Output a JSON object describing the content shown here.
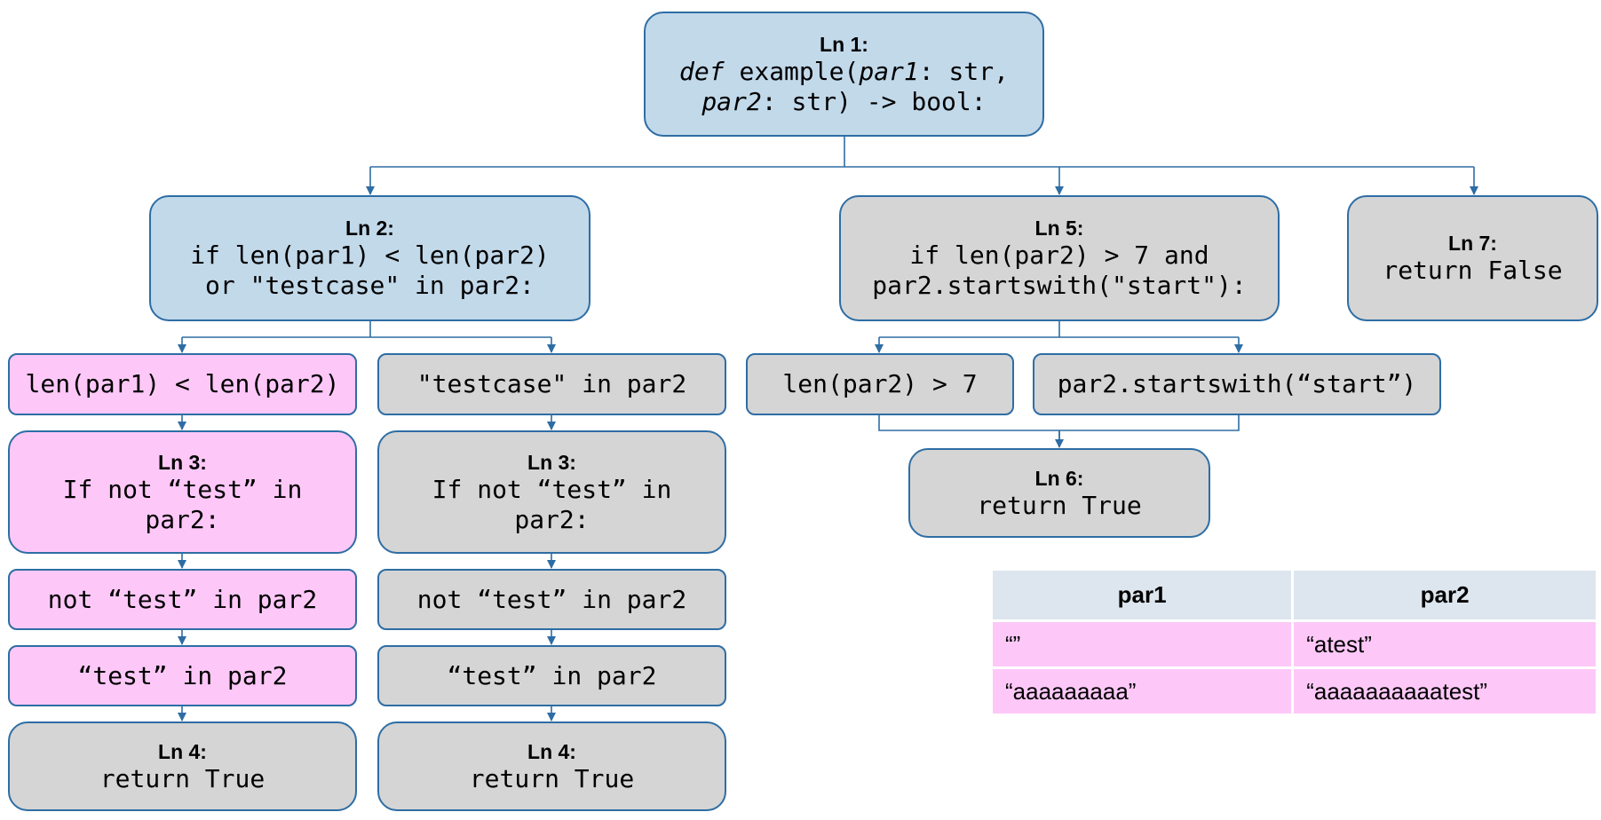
{
  "colors": {
    "edge": "#2e6da4",
    "blue": "#c2d9ea",
    "pink": "#fdc8f8",
    "grey": "#d5d5d5",
    "table_header": "#dde6ee"
  },
  "nodes": {
    "ln1": {
      "title": "Ln 1:",
      "kw": "def",
      "fname": " example(",
      "p1": "par1",
      "t1": ": str,",
      "p2": "par2",
      "t2": ": str) -> bool:"
    },
    "ln2": {
      "title": "Ln 2:",
      "code": "if len(par1) < len(par2)\nor \"testcase\" in par2:"
    },
    "ln5": {
      "title": "Ln 5:",
      "code": "if len(par2) > 7 and\npar2.startswith(\"start\"):"
    },
    "ln7": {
      "title": "Ln 7:",
      "code": "return False"
    },
    "cond_len": {
      "code": "len(par1) < len(par2)"
    },
    "cond_testcase": {
      "code": "\"testcase\" in par2"
    },
    "cond_len7": {
      "code": "len(par2) > 7"
    },
    "cond_startswith": {
      "code": "par2.startswith(“start”)"
    },
    "ln6": {
      "title": "Ln 6:",
      "code": "return True"
    },
    "ln3_left": {
      "title": "Ln 3:",
      "code": "If not “test” in\npar2:"
    },
    "ln3_right": {
      "title": "Ln 3:",
      "code": "If not “test” in\npar2:"
    },
    "not_test_left": {
      "code": "not “test” in par2"
    },
    "not_test_right": {
      "code": "not “test” in par2"
    },
    "test_left": {
      "code": "“test” in par2"
    },
    "test_right": {
      "code": "“test” in par2"
    },
    "ln4_left": {
      "title": "Ln 4:",
      "code": "return True"
    },
    "ln4_right": {
      "title": "Ln 4:",
      "code": "return True"
    }
  },
  "table": {
    "headers": [
      "par1",
      "par2"
    ],
    "rows": [
      [
        "“”",
        "“atest”"
      ],
      [
        "“aaaaaaaaa”",
        "“aaaaaaaaaatest”"
      ]
    ]
  }
}
